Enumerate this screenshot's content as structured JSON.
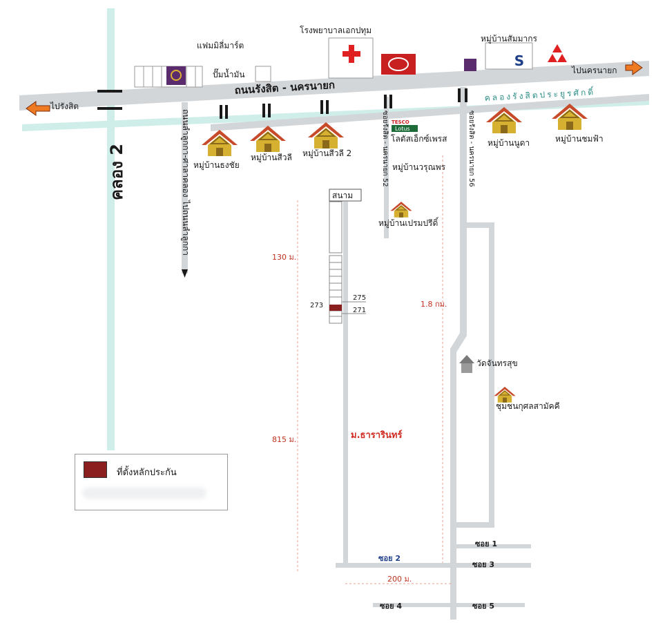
{
  "map": {
    "main_road": "ถนนรังสิต - นครนายก",
    "canal": "คลองรังสิตประยูรศักดิ์",
    "khlong2": "คลอง 2",
    "to_rangsit": "ไปรังสิต",
    "to_nakhonnayok": "ไปนครนายก",
    "lamlukka_road": "ถนนลำลูกกา-ศาลาคลอง",
    "to_lamlukka": "ไปถนนลำลูกกา",
    "soi_tesco": "ซอยรังสิต - นครนายก 52",
    "soi56": "ซอยรังสิต - นครนายก 56",
    "tesco_brand": "TESCO",
    "lotus_brand": "Lotus"
  },
  "places": {
    "family_mart": "แฟมมิลี่มาร์ต",
    "gas_station": "ปั๊มน้ำมัน",
    "hospital": "โรงพยาบาลเอกปทุม",
    "village_sammakorn": "หมู่บ้านสัมมากร",
    "village_thongchai": "หมู่บ้านธงชัย",
    "village_sivalee": "หมู่บ้านสีวลี",
    "village_sivalee2": "หมู่บ้านสีวลี 2",
    "tesco_lotus": "โลตัสเอ็กซ์เพรส",
    "village_varunporn": "หมู่บ้านวรุณพร",
    "village_prempree": "หมู่บ้านเปรมปรีดิ์",
    "village_nuchada": "หมู่บ้านนูดา",
    "village_chomfa": "หมู่บ้านชมฟ้า",
    "field": "สนาม",
    "temple": "วัดจันทรสุข",
    "community": "ชุมชนกุศลสามัคคี",
    "village_tararin": "ม.ธารารินทร์"
  },
  "distances": {
    "d130": "130 ม.",
    "d815": "815 ม.",
    "d18": "1.8 กม.",
    "d200": "200 ม."
  },
  "plots": {
    "p273": "273",
    "p275": "275",
    "p271": "271"
  },
  "sois": {
    "soi1": "ซอย 1",
    "soi2": "ซอย 2",
    "soi3": "ซอย 3",
    "soi4": "ซอย 4",
    "soi5": "ซอย 5"
  },
  "legend": {
    "label": "ที่ตั้งหลักประกัน"
  },
  "colors": {
    "road": "#d3d6d9",
    "canal": "#cfeee9",
    "collateral": "#8b1e1e",
    "arrow": "#ee7a22",
    "house": "#d6b030"
  }
}
